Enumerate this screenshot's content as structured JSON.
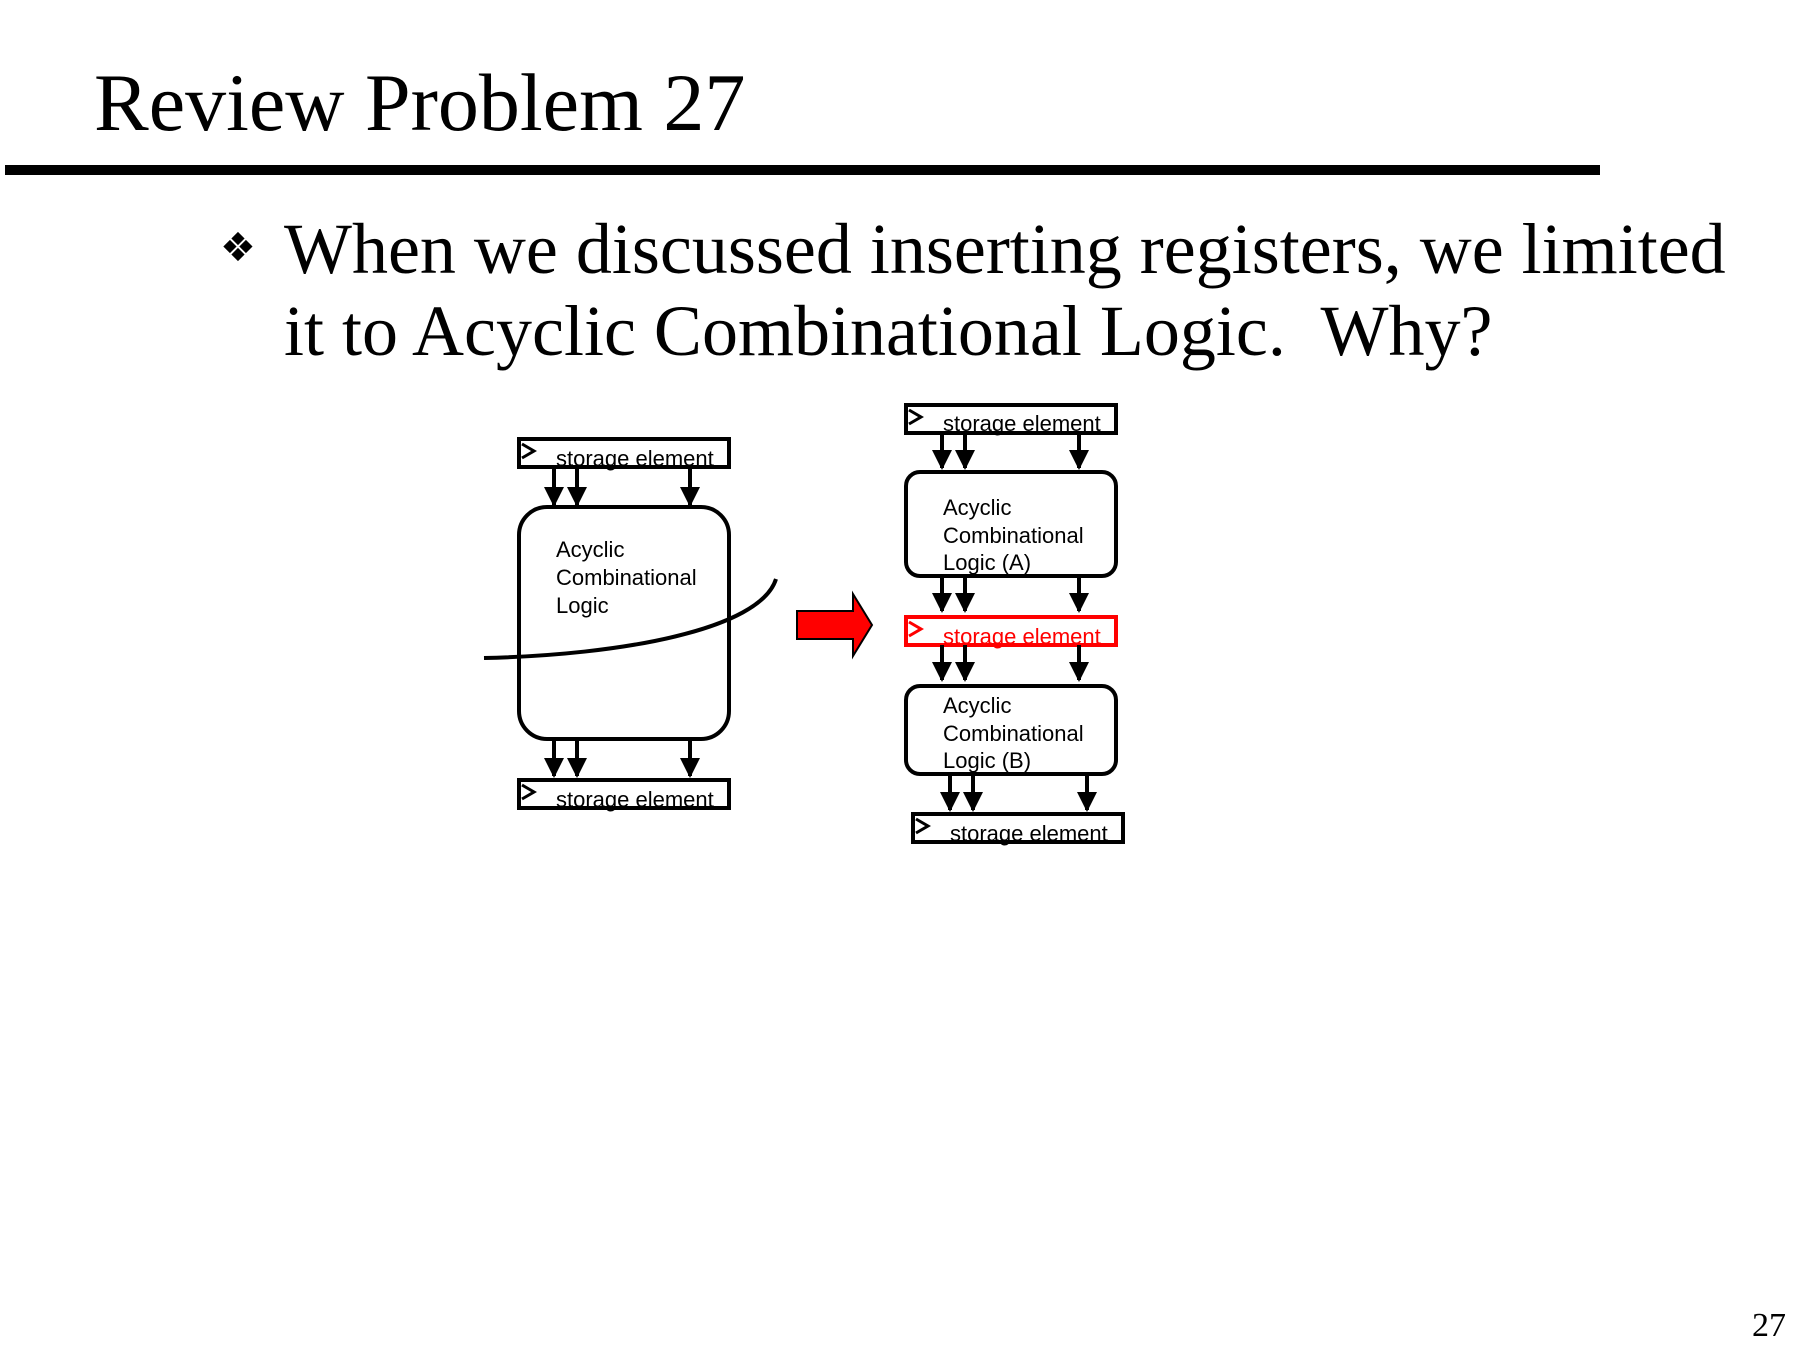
{
  "slide": {
    "title": "Review Problem 27",
    "bullet_lines": [
      "When we discussed inserting registers, we limited",
      "it to Acyclic Combinational Logic.  Why?"
    ],
    "page_number": "27"
  },
  "diagram": {
    "left": {
      "storage_top": "storage element",
      "logic_lines": [
        "Acyclic",
        "Combinational",
        "Logic"
      ],
      "storage_bottom": "storage element"
    },
    "right": {
      "storage_top": "storage element",
      "logic_a_lines": [
        "Acyclic",
        "Combinational",
        "Logic (A)"
      ],
      "storage_middle": "storage element",
      "logic_b_lines": [
        "Acyclic",
        "Combinational",
        "Logic (B)"
      ],
      "storage_bottom": "storage element"
    },
    "colors": {
      "highlight": "#ff0000",
      "ink": "#000000"
    }
  }
}
